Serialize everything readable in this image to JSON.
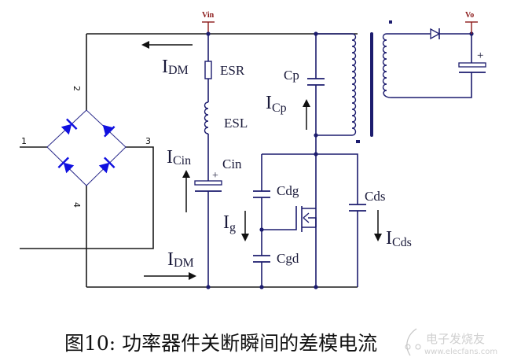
{
  "figure": {
    "caption": "图10: 功率器件关断瞬间的差模电流",
    "watermark": {
      "brand": "电子发烧友",
      "url": "www.elecfans.com"
    }
  },
  "rails": {
    "vin": "Vin",
    "vo": "Vo"
  },
  "bridge": {
    "pins": [
      "1",
      "2",
      "3",
      "4"
    ]
  },
  "components": {
    "esr": "ESR",
    "esl": "ESL",
    "cin": "Cin",
    "cin_polarity": "+",
    "cp": "Cp",
    "cdg": "Cdg",
    "cgd": "Cgd",
    "cds": "Cds",
    "out_cap_polarity": "+"
  },
  "currents": {
    "idm_top": {
      "main": "I",
      "sub": "DM"
    },
    "idm_bottom": {
      "main": "I",
      "sub": "DM"
    },
    "icin": {
      "main": "I",
      "sub": "Cin"
    },
    "icp": {
      "main": "I",
      "sub": "Cp"
    },
    "ig": {
      "main": "I",
      "sub": "g"
    },
    "icds": {
      "main": "I",
      "sub": "Cds"
    }
  },
  "colors": {
    "wire": "#1a1a1a",
    "diode": "#1010e0",
    "rail_label": "#8b1a1a",
    "component_blue": "#1c1c6e"
  }
}
